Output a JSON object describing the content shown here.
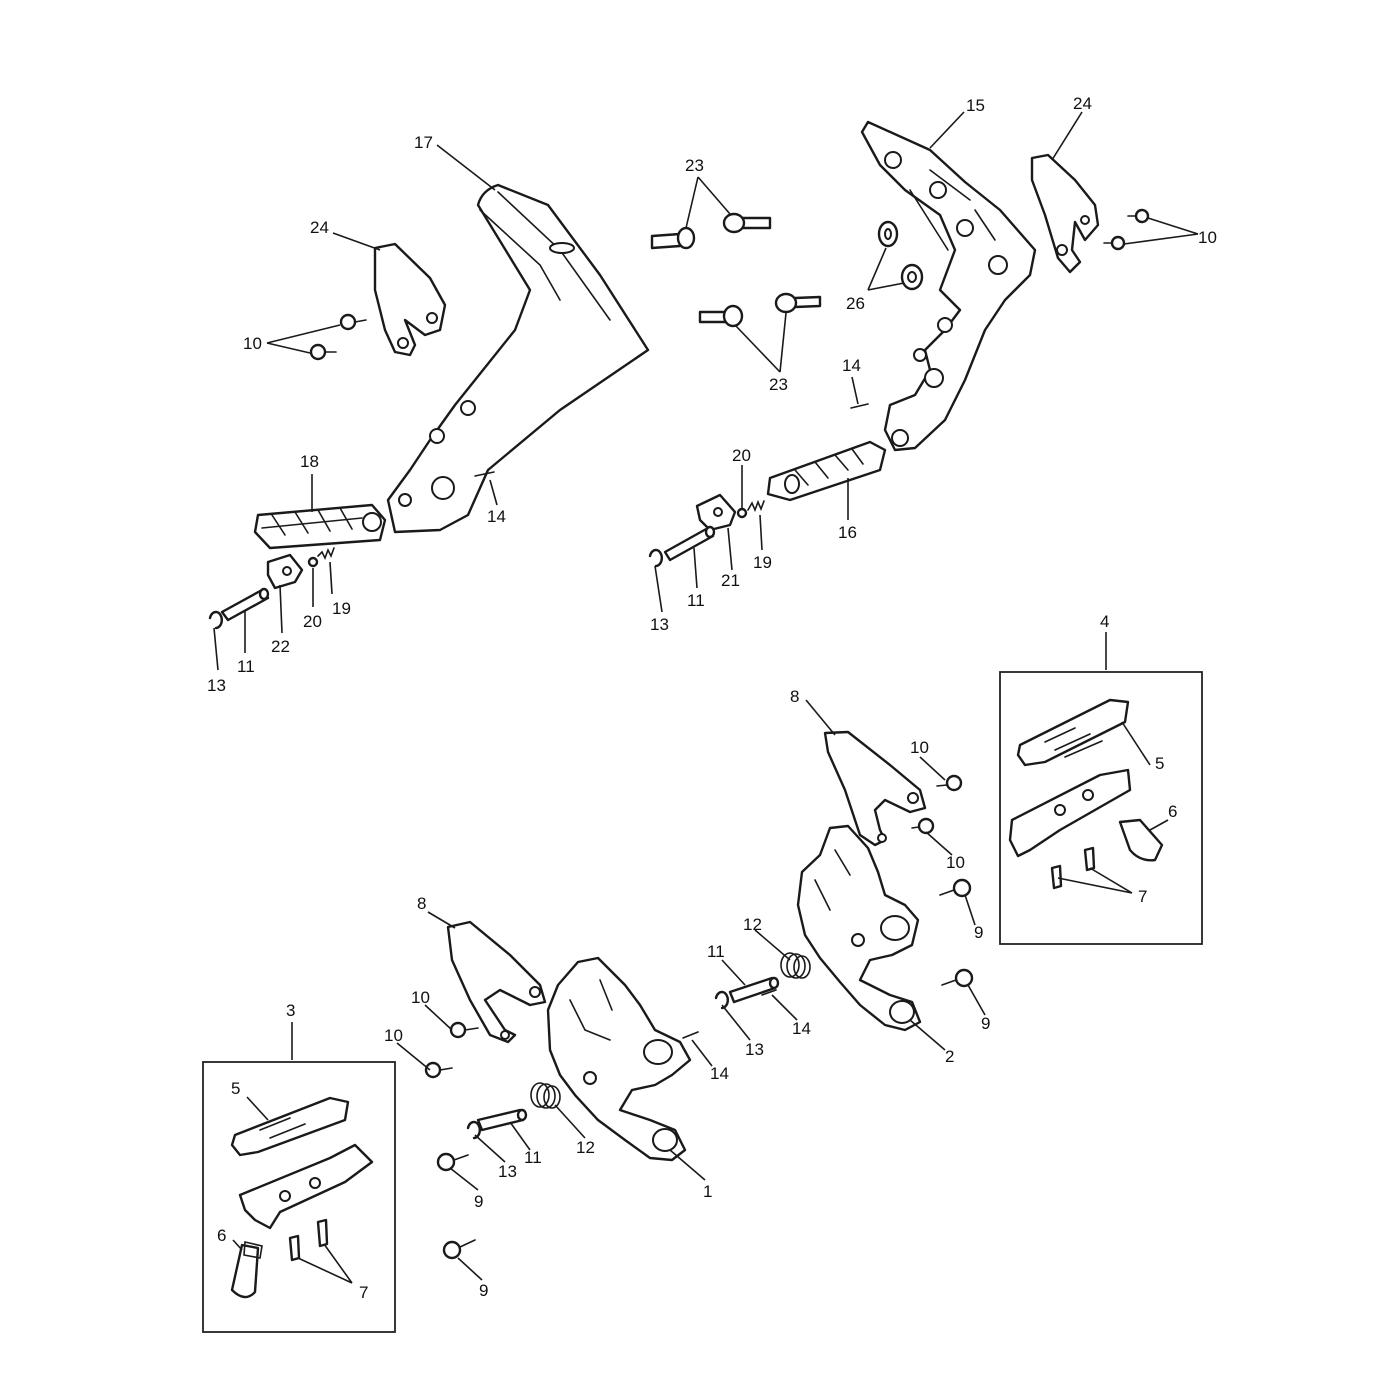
{
  "diagram": {
    "callouts": {
      "c1": "1",
      "c2": "2",
      "c3": "3",
      "c4": "4",
      "c5a": "5",
      "c5b": "5",
      "c6a": "6",
      "c6b": "6",
      "c7a": "7",
      "c7b": "7",
      "c8a": "8",
      "c8b": "8",
      "c9a": "9",
      "c9b": "9",
      "c9c": "9",
      "c9d": "9",
      "c10a": "10",
      "c10b": "10",
      "c10c": "10",
      "c10d": "10",
      "c10e": "10",
      "c10f": "10",
      "c11a": "11",
      "c11b": "11",
      "c11c": "11",
      "c11d": "11",
      "c12a": "12",
      "c12b": "12",
      "c13a": "13",
      "c13b": "13",
      "c13c": "13",
      "c13d": "13",
      "c14a": "14",
      "c14b": "14",
      "c14c": "14",
      "c14d": "14",
      "c15": "15",
      "c16": "16",
      "c17": "17",
      "c18": "18",
      "c19a": "19",
      "c19b": "19",
      "c20a": "20",
      "c20b": "20",
      "c21": "21",
      "c22": "22",
      "c23a": "23",
      "c23b": "23",
      "c24a": "24",
      "c24b": "24",
      "c26": "26"
    }
  }
}
